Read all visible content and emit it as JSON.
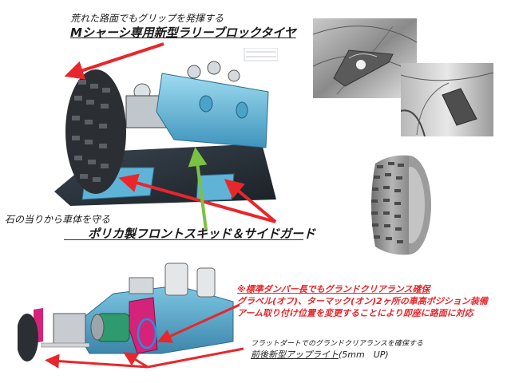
{
  "top_caption": {
    "line1": "荒れた路面でもグリップを発揮する",
    "line2": "Mシャーシ専用新型ラリーブロックタイヤ"
  },
  "middle_caption": {
    "line1": "石の当りから車体を守る",
    "line2": "ポリカ製フロントスキッド＆サイドガード"
  },
  "red_notes": {
    "line1": "※標準ダンパー長でもグランドクリアランス確保",
    "line2": "グラベル(オフ)、ターマック(オン)2ヶ所の車高ポジション装備",
    "line3": "アーム取り付け位置を変更することにより即座に路面に対応"
  },
  "bottom_caption": {
    "line1": "フラットダートでのグランドクリアランスを確保する",
    "line2_underlined": "前後新型アップライト",
    "line2_suffix": "(5mm　UP)"
  },
  "images": {
    "chassis_top": "chassis-underside-render",
    "body_detail_1": "body-vent-detail-render",
    "body_detail_2": "body-fender-detail-render",
    "tire": "rally-block-tire-render",
    "chassis_bottom": "chassis-side-render"
  },
  "colors": {
    "arrow_red": "#e8262b",
    "arrow_green": "#7cc242",
    "highlight_blue": "#2a8fd6",
    "chassis_blue": "#5bb7d9",
    "upright_magenta": "#d6237a",
    "hub_green": "#2e9a6e"
  }
}
